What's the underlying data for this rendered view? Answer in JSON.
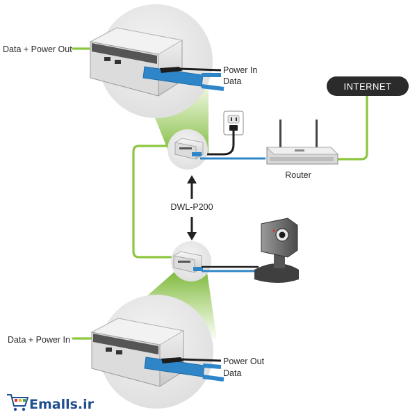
{
  "labels": {
    "top_data_power_out": "Data + Power Out",
    "top_power_in": "Power In",
    "top_data": "Data",
    "internet": "INTERNET",
    "router": "Router",
    "device": "DWL-P200",
    "bottom_data_power_in": "Data + Power In",
    "bottom_power_out": "Power Out",
    "bottom_data": "Data"
  },
  "watermark": {
    "brand": "Emalls.ir",
    "icon": "shopping-cart-icon"
  },
  "colors": {
    "green_cable": "#8cc63f",
    "blue_cable": "#2e86c8",
    "black_cable": "#222222",
    "internet_pill": "#2b2b2b",
    "zoom_circle": "#ebebeb",
    "zoom_beam": "#8cc63f"
  }
}
